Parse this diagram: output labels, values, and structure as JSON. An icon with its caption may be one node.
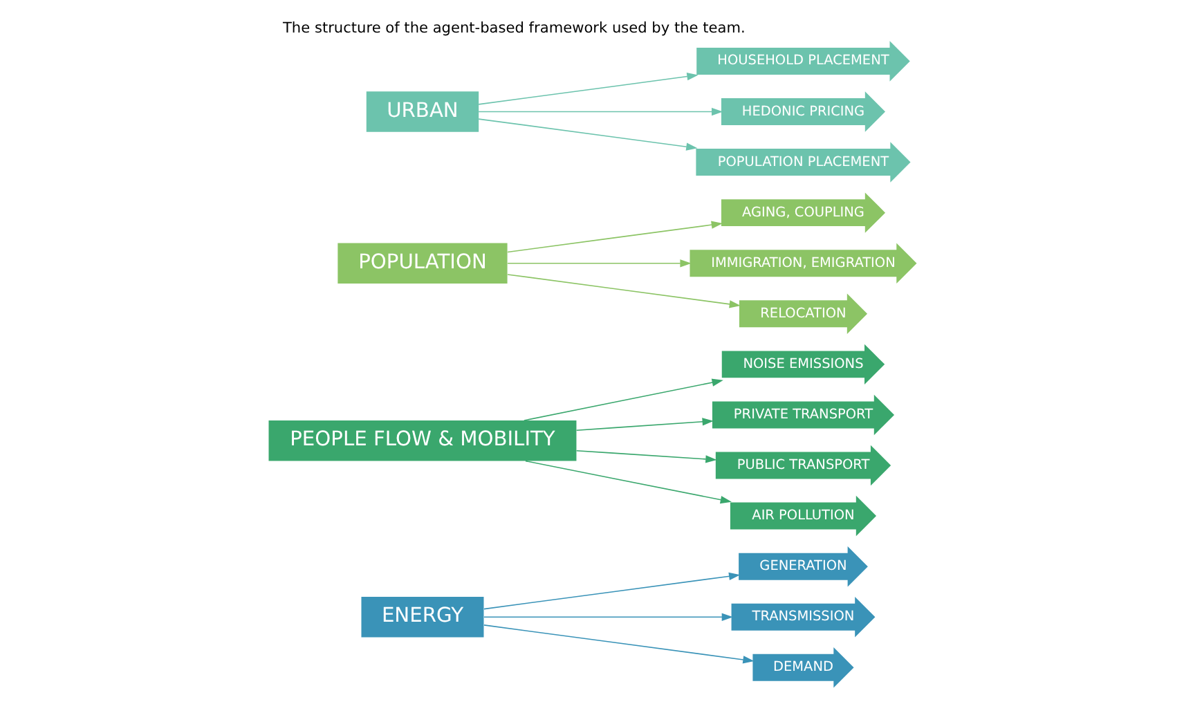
{
  "diagram": {
    "caption": "The structure of the agent-based framework used by the team.",
    "nodes": [
      {
        "text": [
          "ENERGY"
        ]
      },
      {
        "text": [
          "PEOPLE FLOW & MOBILITY"
        ]
      },
      {
        "text": [
          "POPULATION"
        ]
      },
      {
        "text": [
          "URBAN"
        ]
      },
      {
        "text": [
          "HOUSEHOLD PLACEMENT"
        ]
      },
      {
        "text": [
          "HEDONIC PRICING"
        ]
      },
      {
        "text": [
          "POPULATION PLACEMENT"
        ]
      },
      {
        "text": [
          "NOISE EMISSIONS"
        ]
      },
      {
        "text": [
          "PRIVATE TRANSPORT"
        ]
      },
      {
        "text": [
          "PUBLIC TRANSPORT"
        ]
      },
      {
        "text": [
          "AIR POLLUTION"
        ]
      },
      {
        "text": [
          "GENERATION"
        ]
      },
      {
        "text": [
          "TRANSMISSION"
        ]
      },
      {
        "text": [
          "DEMAND"
        ]
      },
      {
        "text": [
          "AGING, COUPLING"
        ]
      },
      {
        "text": [
          "IMMIGRATION, EMIGRATION"
        ]
      },
      {
        "text": [
          "RELOCATION"
        ]
      }
    ],
    "edges": [
      {
        "from": 3,
        "to": 4,
        "arrow": "to",
        "color": "#6cc3ad"
      },
      {
        "from": 3,
        "to": 5,
        "arrow": "to",
        "color": "#6cc3ad"
      },
      {
        "from": 3,
        "to": 6,
        "arrow": "to",
        "color": "#6cc3ad"
      },
      {
        "from": 1,
        "to": 7,
        "arrow": "to",
        "color": "#3aa76d"
      },
      {
        "from": 1,
        "to": 8,
        "arrow": "to",
        "color": "#3aa76d"
      },
      {
        "from": 1,
        "to": 9,
        "arrow": "to",
        "color": "#3aa76d"
      },
      {
        "from": 1,
        "to": 10,
        "arrow": "to",
        "color": "#3aa76d"
      },
      {
        "from": 0,
        "to": 11,
        "arrow": "to",
        "color": "#3a93b8"
      },
      {
        "from": 0,
        "to": 12,
        "arrow": "to",
        "color": "#3a93b8"
      },
      {
        "from": 0,
        "to": 13,
        "arrow": "to",
        "color": "#3a93b8"
      },
      {
        "from": 2,
        "to": 14,
        "arrow": "to",
        "color": "#8cc465"
      },
      {
        "from": 2,
        "to": 15,
        "arrow": "to",
        "color": "#8cc465"
      },
      {
        "from": 2,
        "to": 16,
        "arrow": "to",
        "color": "#8cc465"
      }
    ]
  }
}
